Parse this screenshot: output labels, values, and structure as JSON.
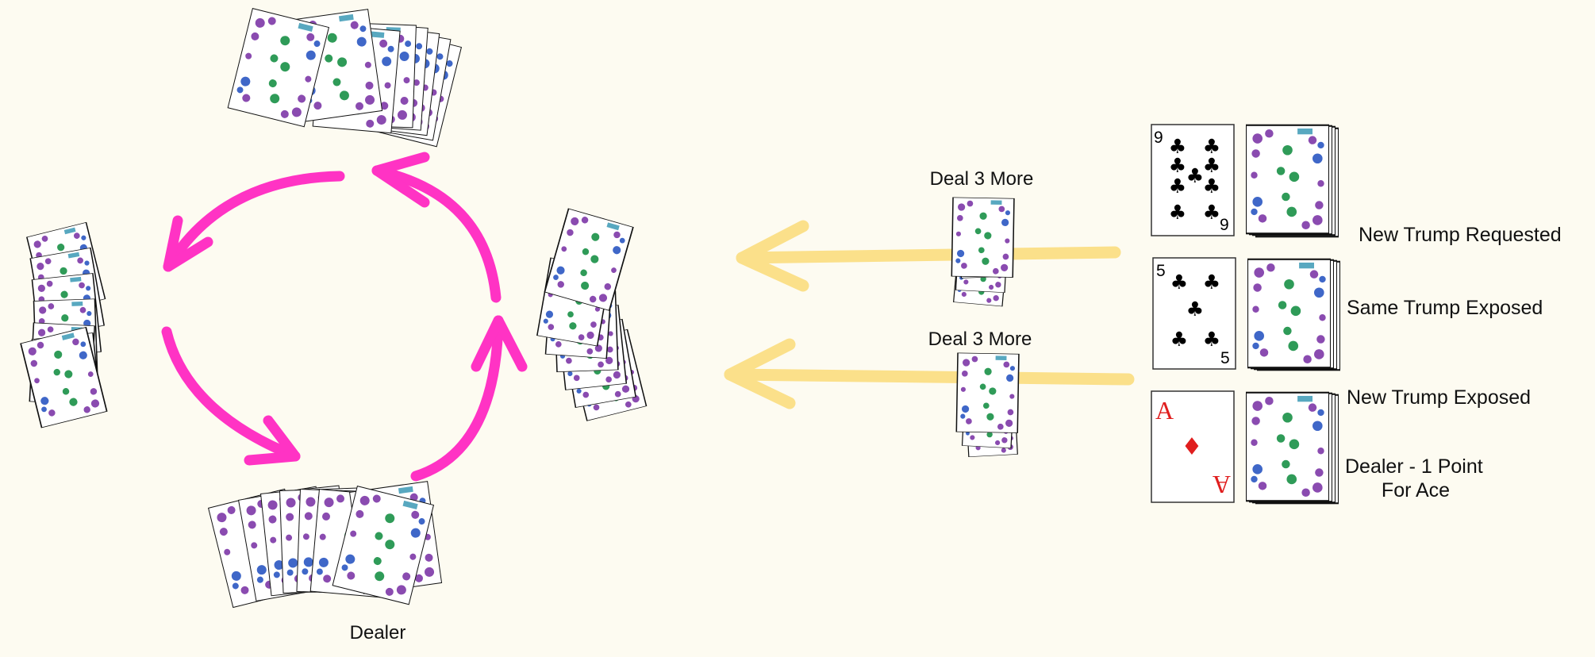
{
  "colors": {
    "background": "#fdfbf1",
    "rotation_arrows": "#ff33c4",
    "deal_arrows": "#fbe08a",
    "card_face": "#ffffff",
    "card_border": "#111111",
    "pattern_purple": "#8a4bb0",
    "pattern_green": "#2f9b58",
    "pattern_blue": "#3f67c8",
    "pattern_accent": "#58a8c0",
    "club": "#000000",
    "diamond": "#e01e1e"
  },
  "icons": {
    "rotation": "curved-arrow-icon",
    "deal": "arrow-left-icon",
    "club": "club-suit-icon",
    "diamond": "diamond-suit-icon"
  },
  "players": {
    "dealer_label": "Dealer"
  },
  "deal_piles": [
    {
      "label": "Deal 3 More"
    },
    {
      "label": "Deal 3 More"
    }
  ],
  "trump_rows": [
    {
      "rank": "9",
      "suit": "clubs",
      "suit_symbol": "♣",
      "caption": "New Trump Requested"
    },
    {
      "rank": "5",
      "suit": "clubs",
      "suit_symbol": "♣",
      "caption": "Same Trump Exposed"
    },
    {
      "rank": "A",
      "suit": "diamonds",
      "suit_symbol": "♦",
      "caption": "New Trump Exposed",
      "note_line1": "Dealer - 1 Point",
      "note_line2": "For Ace"
    }
  ]
}
